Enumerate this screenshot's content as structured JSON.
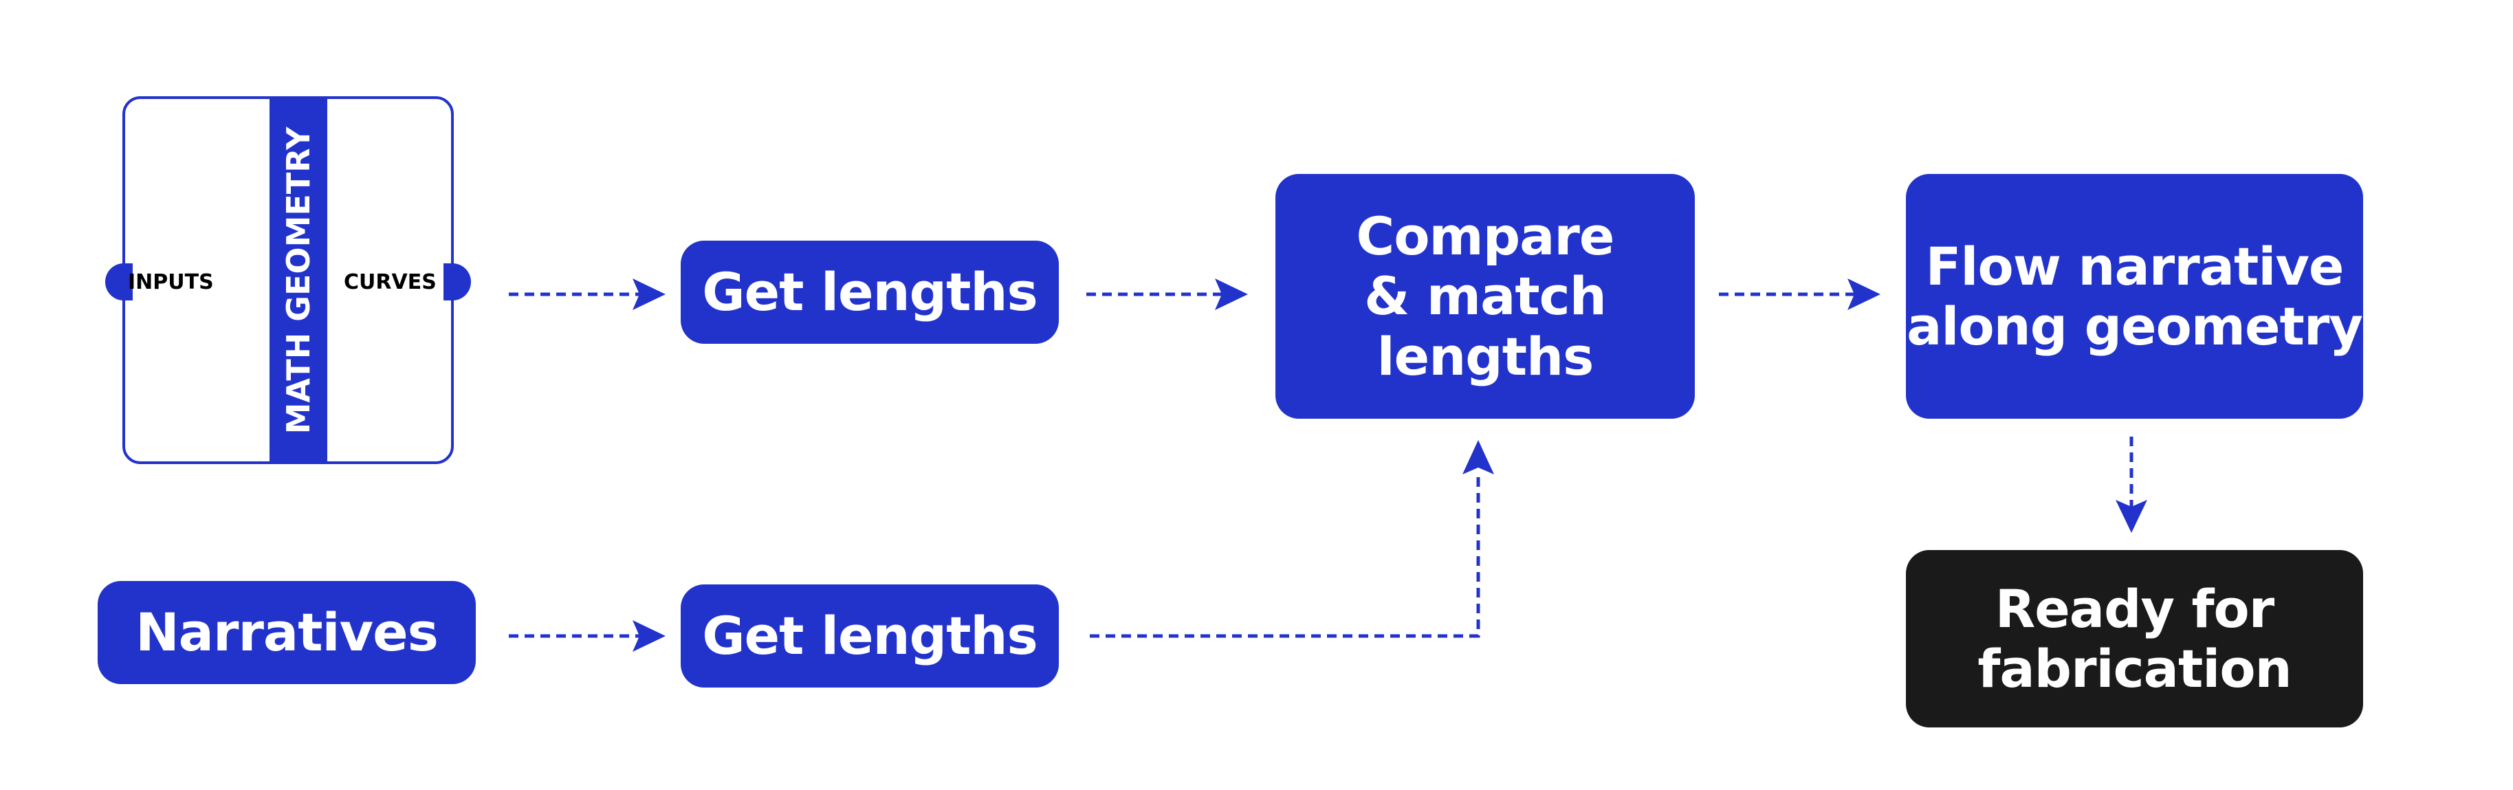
{
  "component": {
    "title": "MATH GEOMETRY",
    "input_label": "INPUTS",
    "output_label": "CURVES"
  },
  "nodes": {
    "get_lengths_top": "Get lengths",
    "get_lengths_bottom": "Get lengths",
    "narratives": "Narratives",
    "compare_line1": "Compare",
    "compare_line2": "& match",
    "compare_line3": "lengths",
    "flow_line1": "Flow narrative",
    "flow_line2": "along geometry",
    "ready_line1": "Ready for",
    "ready_line2": "fabrication"
  },
  "colors": {
    "primary_blue": "#2233cc",
    "dark": "#1a1a1a",
    "text_on_box": "#ffffff"
  }
}
